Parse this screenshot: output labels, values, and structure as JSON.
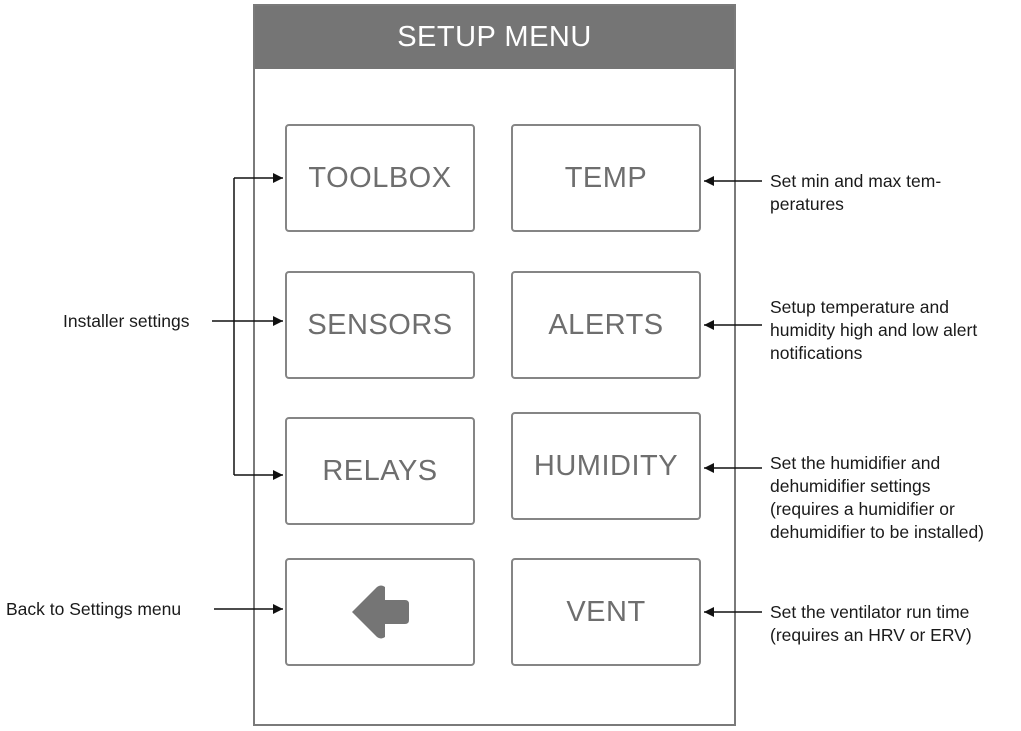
{
  "screen": {
    "title": "SETUP MENU",
    "buttons": {
      "toolbox": "TOOLBOX",
      "temp": "TEMP",
      "sensors": "SENSORS",
      "alerts": "ALERTS",
      "relays": "RELAYS",
      "humidity": "HUMIDITY",
      "back_icon": "left-arrow-icon",
      "vent": "VENT"
    }
  },
  "annotations": {
    "installer": "Installer settings",
    "back": "Back to Settings menu",
    "temp": [
      "Set min and max tem-",
      "peratures"
    ],
    "alerts": [
      "Setup temperature and",
      "humidity high and low alert",
      "notifications"
    ],
    "humidity": [
      "Set the humidifier and",
      "dehumidifier settings",
      "(requires a humidifier or",
      "dehumidifier to be installed)"
    ],
    "vent": [
      "Set the ventilator run time",
      "(requires an HRV or ERV)"
    ]
  },
  "colors": {
    "title_bar": "#757575",
    "button_border": "#858585",
    "button_text": "#6e6e6e",
    "arrow_icon": "#757575"
  }
}
